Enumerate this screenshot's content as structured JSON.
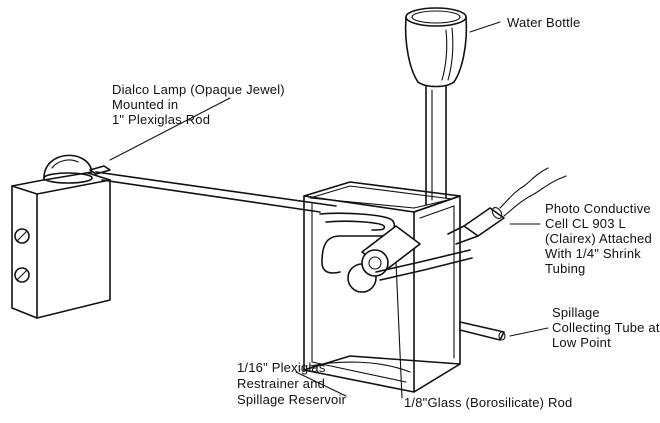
{
  "labels": {
    "water_bottle": "Water Bottle",
    "lamp": [
      "Dialco Lamp (Opaque Jewel)",
      "Mounted in",
      "1\" Plexiglas Rod"
    ],
    "photocell": [
      "Photo Conductive",
      "Cell CL 903 L",
      "(Clairex) Attached",
      "With 1/4\" Shrink",
      "Tubing"
    ],
    "spillage_tube": [
      "Spillage",
      "Collecting Tube at",
      "Low Point"
    ],
    "plexiglas": [
      "1/16\" Plexiglas",
      "Restrainer and",
      "Spillage Reservoir"
    ],
    "glass_rod": "1/8\"Glass (Borosilicate) Rod"
  },
  "colors": {
    "ink": "#111111",
    "paper": "#ffffff"
  }
}
